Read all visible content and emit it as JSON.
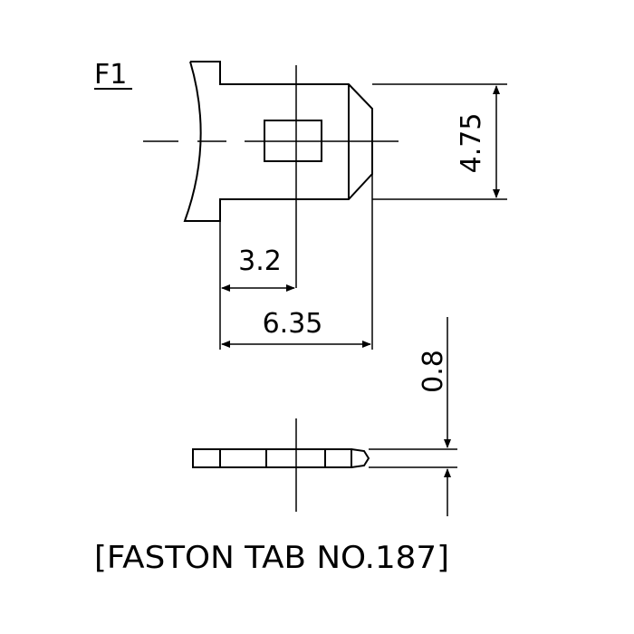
{
  "figure_label": "F1",
  "dimensions": {
    "tab_width": "4.75",
    "hole_position": "3.2",
    "tab_length": "6.35",
    "thickness": "0.8"
  },
  "caption": "[FASTON TAB NO.187]"
}
